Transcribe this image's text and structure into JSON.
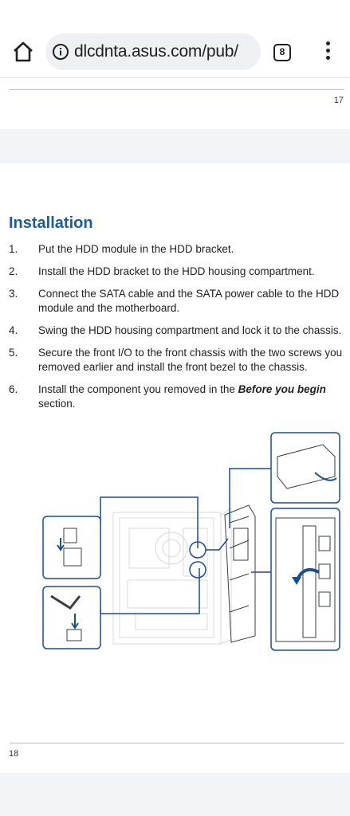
{
  "browser": {
    "url": "dlcdnta.asus.com/pub/",
    "tab_count": "8",
    "icons": [
      "home-icon",
      "info-icon",
      "tabs-icon",
      "more-vert-icon"
    ]
  },
  "page17": {
    "page_number": "17"
  },
  "page18": {
    "heading": "Installation",
    "steps": [
      {
        "num": "1.",
        "text": "Put the HDD module in the HDD bracket."
      },
      {
        "num": "2.",
        "text": "Install the HDD bracket to the HDD housing compartment."
      },
      {
        "num": "3.",
        "text": "Connect the SATA cable and the SATA power cable to the HDD module and the motherboard."
      },
      {
        "num": "4.",
        "text": "Swing the HDD housing compartment and lock it to the chassis."
      },
      {
        "num": "5.",
        "text": "Secure the front I/O to the front chassis with the two screws you removed earlier and install the front bezel to the chassis."
      },
      {
        "num": "6.",
        "text_before": "Install the component you removed in the ",
        "text_emphasis": "Before you begin",
        "text_after": " section."
      }
    ],
    "page_number": "18"
  },
  "colors": {
    "heading": "#1f5c99",
    "callout": "#1d4f8c"
  }
}
